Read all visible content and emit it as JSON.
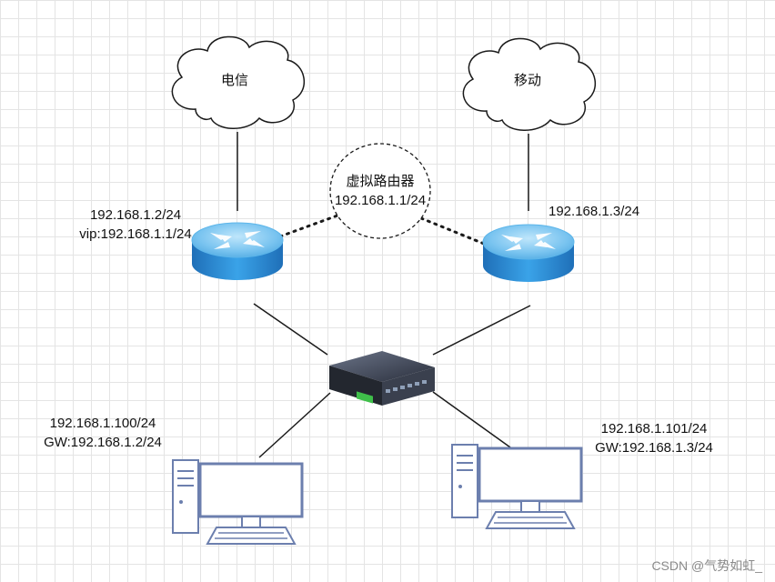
{
  "clouds": {
    "telecom": {
      "label": "电信"
    },
    "mobile": {
      "label": "移动"
    }
  },
  "virtual_router": {
    "name": "虚拟路由器",
    "ip": "192.168.1.1/24"
  },
  "router_left": {
    "ip": "192.168.1.2/24",
    "vip": "vip:192.168.1.1/24"
  },
  "router_right": {
    "ip": "192.168.1.3/24"
  },
  "pc_left": {
    "ip": "192.168.1.100/24",
    "gw": "GW:192.168.1.2/24"
  },
  "pc_right": {
    "ip": "192.168.1.101/24",
    "gw": "GW:192.168.1.3/24"
  },
  "watermark": "CSDN @气势如虹_",
  "colors": {
    "router_blue": "#2b8fd6",
    "router_light": "#7cc6f2",
    "pc_stroke": "#6c7fae",
    "switch_dark": "#2e3340",
    "line": "#1a1a1a"
  }
}
